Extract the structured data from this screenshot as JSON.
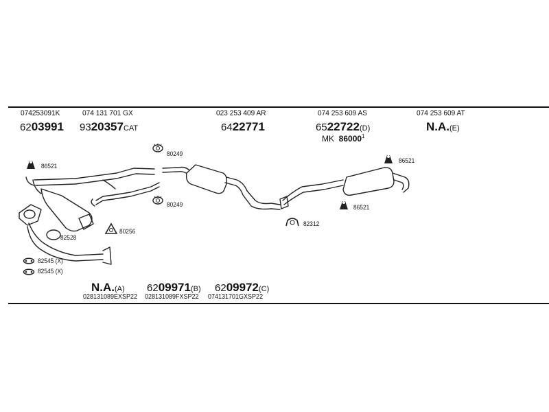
{
  "top_parts": [
    {
      "oe": "074253091K",
      "prefix": "62",
      "num": "03991",
      "suffix": ""
    },
    {
      "oe": "074 131 701 GX",
      "prefix": "93",
      "num": "20357",
      "suffix": "CAT"
    },
    {
      "oe": "023 253 409 AR",
      "prefix": "64",
      "num": "22771",
      "suffix": ""
    },
    {
      "oe": "074 253 609 AS",
      "prefix": "65",
      "num": "22722",
      "suffix": "(D)"
    },
    {
      "oe": "074 253 609 AT",
      "prefix": "",
      "num": "N.A.",
      "suffix": "(E)"
    }
  ],
  "mk": {
    "label": "MK",
    "num": "86000",
    "sup": "1"
  },
  "small_parts": {
    "p86521a": "86521",
    "p80249a": "80249",
    "p80249b": "80249",
    "p80256": "80256",
    "p82528": "82528",
    "p82545a": "82545 (X)",
    "p82545b": "82545 (X)",
    "p82312": "82312",
    "p86521b": "86521",
    "p86521c": "86521"
  },
  "bottom_parts": [
    {
      "prefix": "",
      "num": "N.A.",
      "suffix": "(A)"
    },
    {
      "prefix": "62",
      "num": "09971",
      "suffix": "(B)"
    },
    {
      "prefix": "62",
      "num": "09972",
      "suffix": "(C)"
    }
  ],
  "bottom_refs": [
    "028131089EXSP22",
    "028131089FXSP22",
    "074131701GXSP22"
  ]
}
